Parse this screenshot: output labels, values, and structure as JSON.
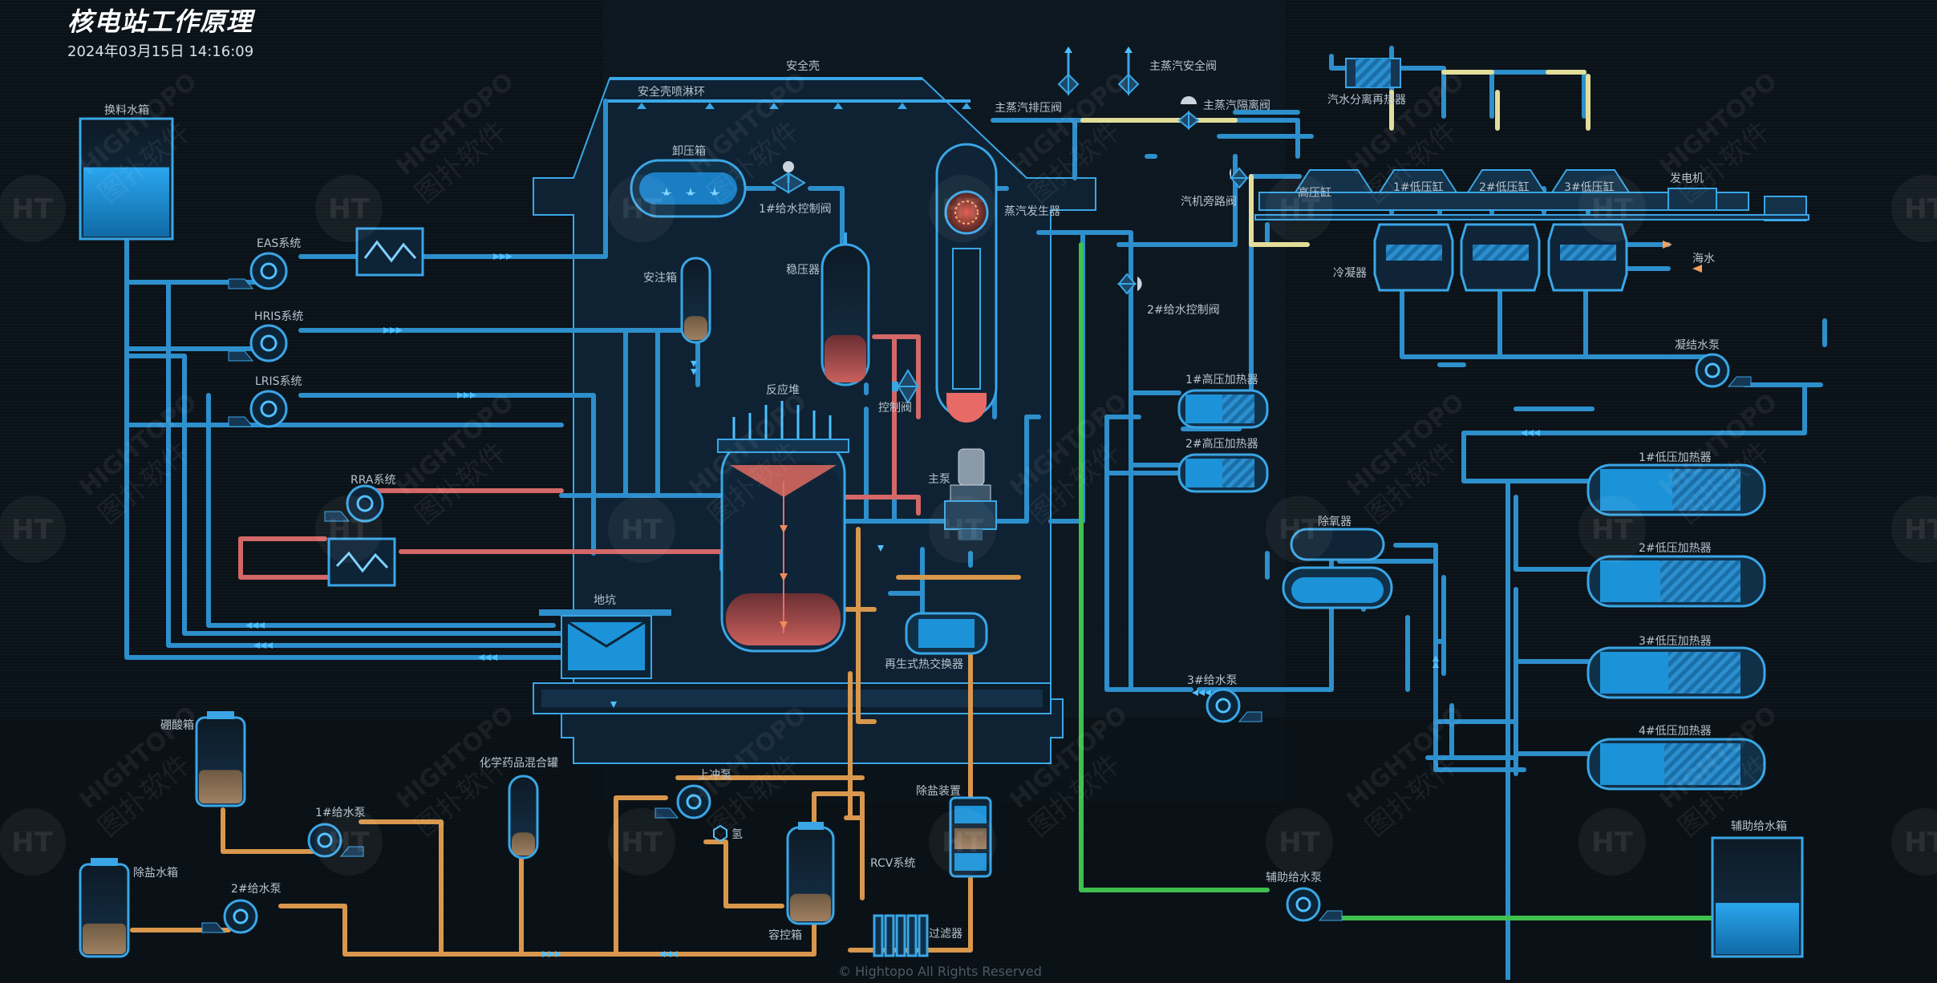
{
  "header": {
    "title": "核电站工作原理",
    "datetime": "2024年03月15日 14:16:09"
  },
  "footer": "© Hightopo All Rights Reserved",
  "watermark": {
    "brand": "HIGHTOPO",
    "brand_cn": "图扑软件",
    "logo": "HT"
  },
  "labels": {
    "containment": "安全壳",
    "spray_ring": "安全壳喷淋环",
    "refuel_tank": "换料水箱",
    "eas": "EAS系统",
    "hris": "HRIS系统",
    "lris": "LRIS系统",
    "rra": "RRA系统",
    "pressure_relief_tank": "卸压箱",
    "feed_valve_1": "1#给水控制阀",
    "safety_injection_tank": "安注箱",
    "pressurizer": "稳压器",
    "reactor": "反应堆",
    "control_valve": "控制阀",
    "main_pump": "主泵",
    "steam_generator": "蒸汽发生器",
    "sump": "地坑",
    "regen_hx": "再生式热交换器",
    "main_steam_relief": "主蒸汽排压阀",
    "main_steam_safety": "主蒸汽安全阀",
    "main_steam_isolation": "主蒸汽隔离阀",
    "moisture_separator": "汽水分离再热器",
    "turbine_bypass": "汽机旁路阀",
    "hp_cylinder": "高压缸",
    "lp1": "1#低压缸",
    "lp2": "2#低压缸",
    "lp3": "3#低压缸",
    "generator": "发电机",
    "condenser": "冷凝器",
    "seawater": "海水",
    "feed_valve_2": "2#给水控制阀",
    "hp_heater_1": "1#高压加热器",
    "hp_heater_2": "2#高压加热器",
    "deaerator": "除氧器",
    "feed_pump_3": "3#给水泵",
    "condensate_pump": "凝结水泵",
    "lp_heater_1": "1#低压加热器",
    "lp_heater_2": "2#低压加热器",
    "lp_heater_3": "3#低压加热器",
    "lp_heater_4": "4#低压加热器",
    "boric_tank": "硼酸箱",
    "chem_mix": "化学药品混合罐",
    "feed_pump_1": "1#给水泵",
    "demin_tank": "除盐水箱",
    "feed_pump_2": "2#给水泵",
    "charging_pump": "上冲泵",
    "hydrogen": "氢",
    "volume_control_tank": "容控箱",
    "rcv": "RCV系统",
    "demin_device": "除盐装置",
    "filter": "过滤器",
    "aux_feed_pump": "辅助给水泵",
    "aux_feed_tank": "辅助给水箱"
  },
  "colors": {
    "background": "#0b1117",
    "pipe_blue": "#3aa6e6",
    "pipe_red": "#e07070",
    "pipe_orange": "#e0a050",
    "pipe_green": "#39c14a",
    "pipe_yellow": "#e6e296",
    "water": "#1c93d8",
    "sludge": "#9c7b56",
    "hot": "#e86a66"
  },
  "levels": {
    "refuel_tank": 0.6,
    "pressurizer": 0.35,
    "safety_injection_tank": 0.3,
    "boric_tank": 0.4,
    "demin_tank": 0.35,
    "chem_mix": 0.3,
    "volume_control_tank": 0.3,
    "aux_feed_tank": 0.45
  }
}
